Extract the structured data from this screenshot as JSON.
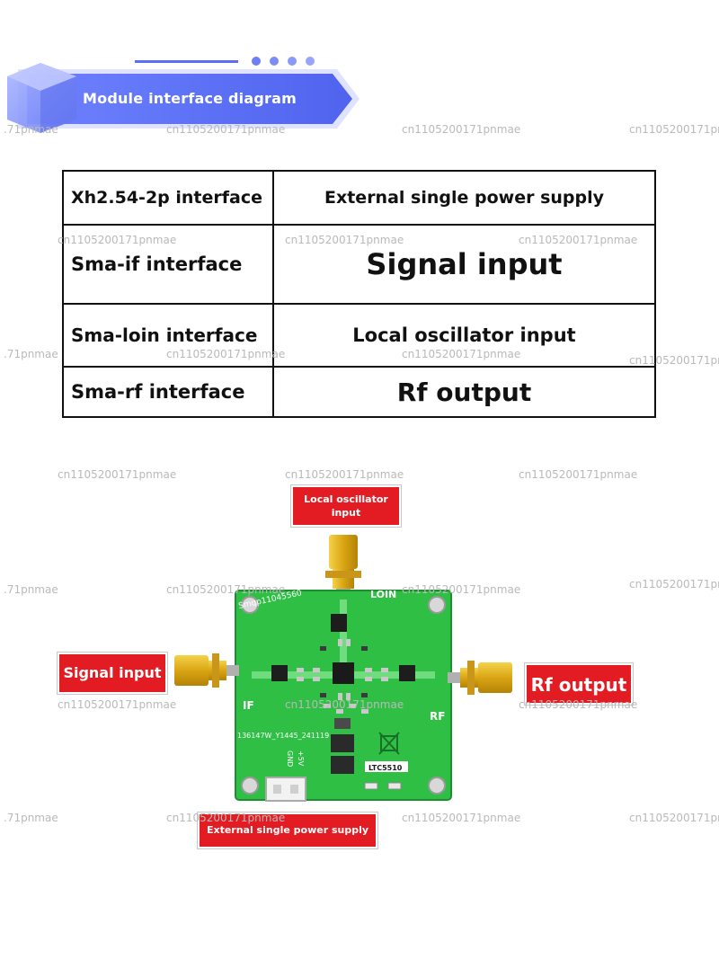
{
  "header": {
    "title": "Module interface diagram"
  },
  "table": {
    "rows": [
      {
        "interface": "Xh2.54-2p interface",
        "function": "External single power supply"
      },
      {
        "interface": "Sma-if interface",
        "function": "Signal input"
      },
      {
        "interface": "Sma-loin interface",
        "function": "Local oscillator input"
      },
      {
        "interface": "Sma-rf interface",
        "function": "Rf output"
      }
    ]
  },
  "callouts": {
    "lo_line1": "Local oscillator",
    "lo_line2": "input",
    "if": "Signal input",
    "rf": "Rf output",
    "power": "External single power supply"
  },
  "board": {
    "silk_loin": "LOIN",
    "silk_if": "IF",
    "silk_rf": "RF",
    "silk_gnd": "GND",
    "silk_5v": "+5V",
    "silk_chip": "LTC5510",
    "silk_code": "136147W_Y1445_241119",
    "silk_brand": "Smqp11045560"
  },
  "watermark": {
    "full": "cn1105200171pnmae",
    "partial": ".71pnmae"
  },
  "colors": {
    "banner": "#5b6ff2",
    "callout_red": "#e31c23",
    "pcb_green": "#2fbf45",
    "sma_gold": "#e0b21a"
  }
}
